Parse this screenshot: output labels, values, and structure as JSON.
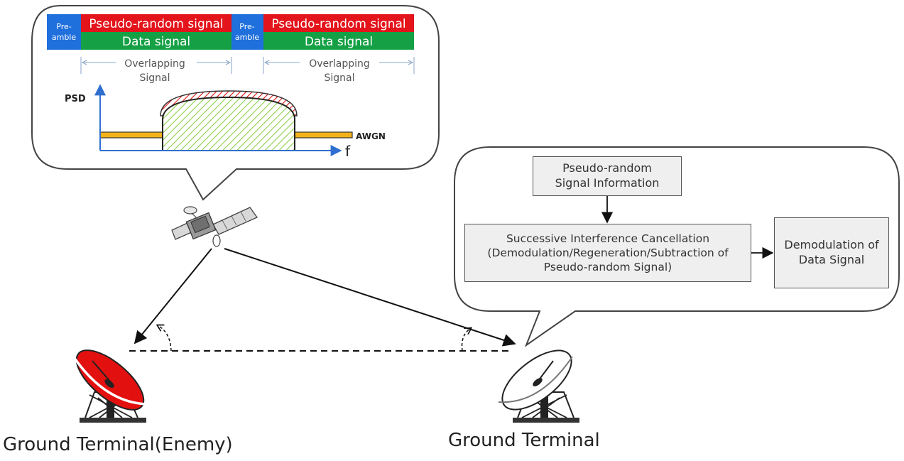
{
  "frame": {
    "preamble_label": "Pre-amble",
    "preamble_line1": "Pre-",
    "preamble_line2": "amble",
    "pseudo_random_label": "Pseudo-random signal",
    "data_signal_label": "Data signal",
    "overlap_line1": "Overlapping",
    "overlap_line2": "Signal"
  },
  "psd": {
    "y_axis_label": "PSD",
    "x_axis_label": "f",
    "noise_label": "AWGN"
  },
  "receiver": {
    "info_line1": "Pseudo-random",
    "info_line2": "Signal Information",
    "sic_line1": "Successive Interference Cancellation",
    "sic_line2": "(Demodulation/Regeneration/Subtraction of",
    "sic_line3": "Pseudo-random Signal)",
    "demod_line1": "Demodulation of",
    "demod_line2": "Data Signal"
  },
  "terminals": {
    "enemy_label": "Ground Terminal(Enemy)",
    "friendly_label": "Ground Terminal"
  },
  "colors": {
    "preamble": "#1f6fdc",
    "pseudo_random": "#e3141b",
    "data_signal": "#15a045",
    "awgn": "#f3b21a",
    "axis": "#2f6fd0",
    "enemy_dish": "#e31010"
  }
}
